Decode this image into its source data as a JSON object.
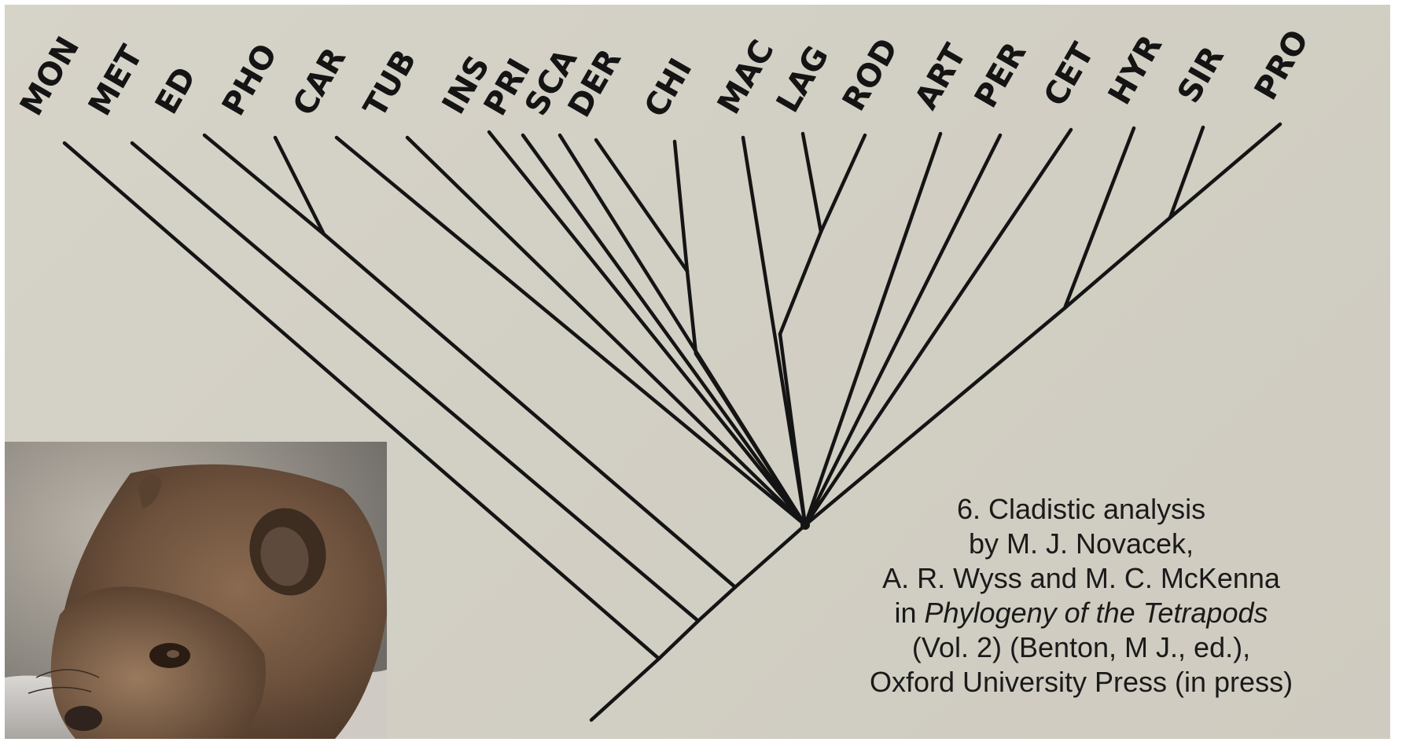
{
  "diagram": {
    "taxa": [
      "MON",
      "MET",
      "ED",
      "PHO",
      "CAR",
      "TUB",
      "INS",
      "PRI",
      "SCA",
      "DER",
      "CHI",
      "MAC",
      "LAG",
      "ROD",
      "ART",
      "PER",
      "CET",
      "HYR",
      "SIR",
      "PRO"
    ],
    "caption": {
      "line1": "6. Cladistic analysis",
      "line2": "by M. J. Novacek,",
      "line3": "A. R. Wyss and M. C. McKenna",
      "line4_prefix": "in ",
      "line4_italic": "Phylogeny of the Tetrapods",
      "line5": "(Vol. 2) (Benton, M J., ed.),",
      "line6": "Oxford University Press (in press)"
    }
  },
  "colors": {
    "paper": "#d4d1c6",
    "ink": "#141414",
    "fur": "#7a5c44"
  }
}
